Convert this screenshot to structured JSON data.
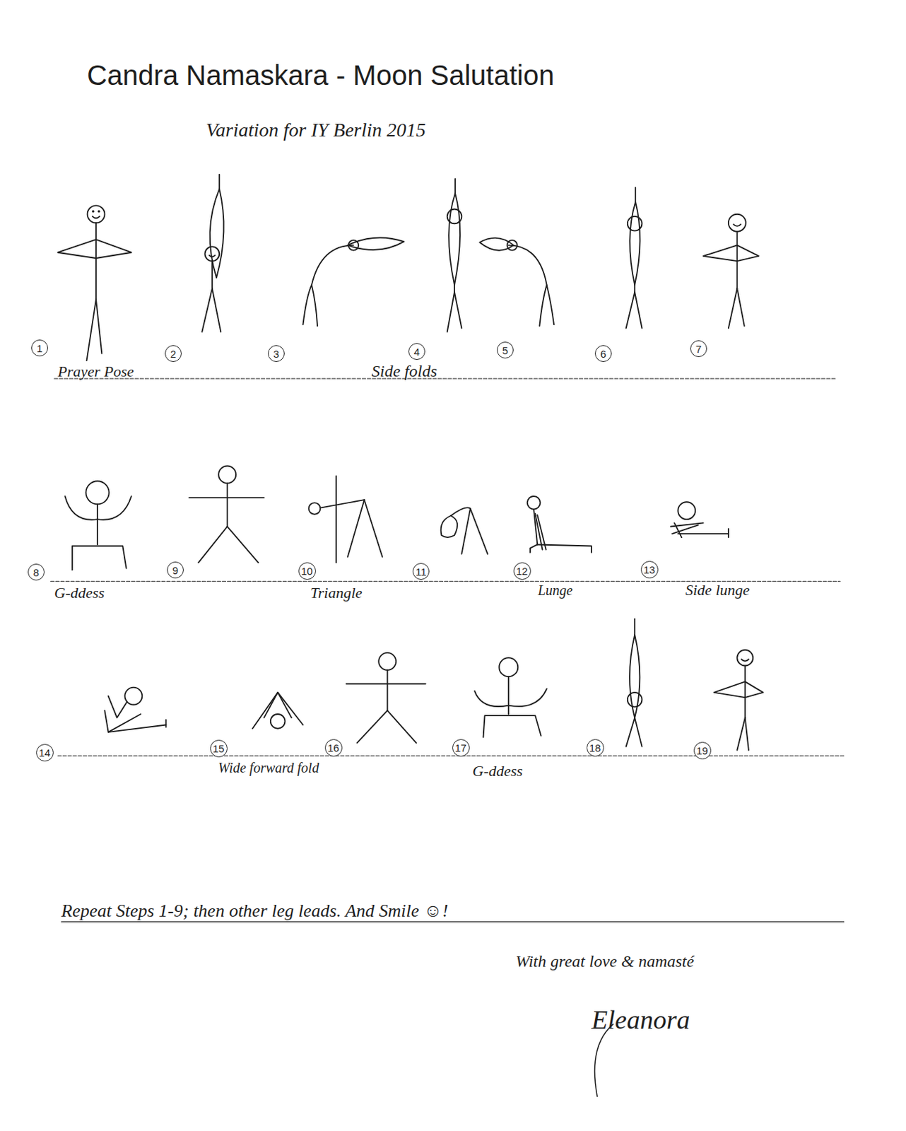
{
  "diagram": {
    "title": "Candra Namaskara - Moon Salutation",
    "nodes": [
      {
        "text": [
          "1"
        ]
      },
      {
        "text": [
          "2"
        ]
      },
      {
        "text": [
          "3"
        ]
      },
      {
        "text": [
          "4"
        ]
      },
      {
        "text": [
          "5"
        ]
      },
      {
        "text": [
          "6"
        ]
      },
      {
        "text": [
          "7"
        ]
      },
      {
        "text": [
          "8"
        ]
      },
      {
        "text": [
          "9"
        ]
      },
      {
        "text": [
          "10"
        ]
      },
      {
        "text": [
          "11"
        ]
      },
      {
        "text": [
          "12"
        ]
      },
      {
        "text": [
          "13"
        ]
      },
      {
        "text": [
          "14"
        ]
      },
      {
        "text": [
          "15"
        ]
      },
      {
        "text": [
          "16"
        ]
      },
      {
        "text": [
          "17"
        ]
      },
      {
        "text": [
          "18"
        ]
      },
      {
        "text": [
          "19"
        ]
      }
    ],
    "labels": [
      "Variation for IY Berlin 2015",
      "Prayer Pose",
      "Side folds",
      "G-ddess",
      "Triangle",
      "Lunge",
      "Side lunge",
      "Wide forward fold",
      "G-ddess",
      "Repeat Steps 1-9; then other leg leads.  And Smile ☺!",
      "With great love & namasté",
      "Eleanora"
    ]
  }
}
